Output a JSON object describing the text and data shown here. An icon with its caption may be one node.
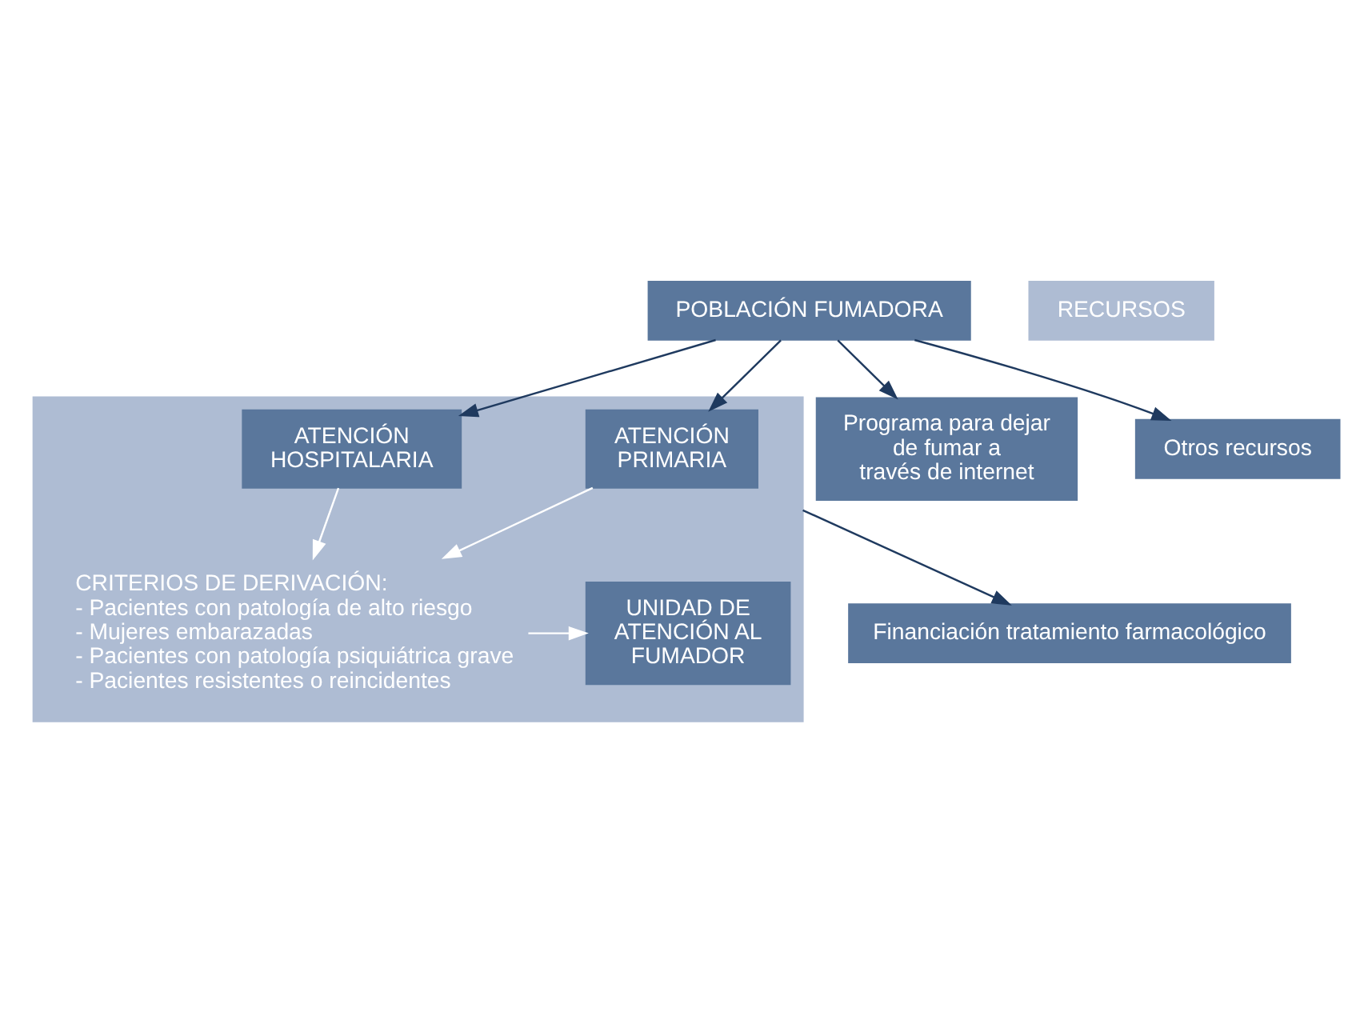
{
  "diagram": {
    "nodes": [
      {
        "text": [
          "POBLACIÓN FUMADORA"
        ]
      },
      {
        "text": [
          "RECURSOS"
        ]
      },
      {
        "text": [],
        "shape": "box"
      },
      {
        "text": [
          "ATENCIÓN PRIMARIA"
        ],
        "in": 2
      },
      {
        "text": [
          "ATENCIÓN HOSPITALARIA"
        ],
        "in": 2
      },
      {
        "text": [
          "CRITERIOS DE DERIVACIÓN:",
          "- Pacientes con patología de alto riesgo",
          "- Mujeres embarazadas",
          "- Pacientes con patología psiquiátrica grave",
          "- Pacientes resistentes o reincidentes"
        ],
        "in": 2
      },
      {
        "text": [
          "UNIDAD DE ATENCIÓN AL FUMADOR"
        ],
        "in": 2
      },
      {
        "text": [
          "Programa para dejar de fumar a través de internet"
        ]
      },
      {
        "text": [
          "Otros recursos"
        ]
      },
      {
        "text": [
          "Financiación tratamiento farmacológico"
        ]
      }
    ],
    "edges": [
      {
        "from": 0,
        "to": 3,
        "arrow": "to"
      },
      {
        "from": 0,
        "to": 4,
        "arrow": "to"
      },
      {
        "from": 0,
        "to": 7,
        "arrow": "to"
      },
      {
        "from": 0,
        "to": 8,
        "arrow": "to"
      },
      {
        "from": 3,
        "to": 5,
        "arrow": "to",
        "color": "#ffffff"
      },
      {
        "from": 4,
        "to": 5,
        "arrow": "to",
        "color": "#ffffff"
      },
      {
        "from": 5,
        "to": 6,
        "arrow": "to",
        "color": "#ffffff"
      },
      {
        "from": 2,
        "to": 9,
        "arrow": "to"
      }
    ]
  }
}
